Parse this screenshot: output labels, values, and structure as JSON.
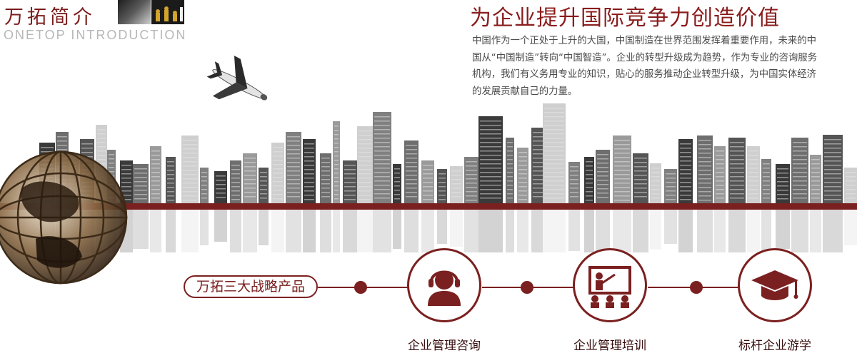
{
  "header": {
    "title": "万拓简介",
    "subtitle": "ONETOP INTRODUCTION"
  },
  "hero": {
    "headline": "为企业提升国际竞争力创造价值",
    "paragraph": "中国作为一个正处于上升的大国，中国制造在世界范围发挥着重要作用，未来的中国从“中国制造”转向“中国智造”。企业的转型升级成为趋势，作为专业的咨询服务机构，我们有义务用专业的知识，贴心的服务推动企业转型升级，为中国实体经济的发展贡献自己的力量。"
  },
  "products": {
    "label": "万拓三大战略产品",
    "items": [
      {
        "name": "企业管理咨询",
        "icon": "headset-consultant-icon"
      },
      {
        "name": "企业管理培训",
        "icon": "training-presentation-icon"
      },
      {
        "name": "标杆企业游学",
        "icon": "graduation-cap-icon"
      }
    ]
  },
  "colors": {
    "brand": "#7b2020",
    "headline": "#8a1c1c",
    "subtitle": "#b7b7b7",
    "text": "#4a4a4a"
  }
}
